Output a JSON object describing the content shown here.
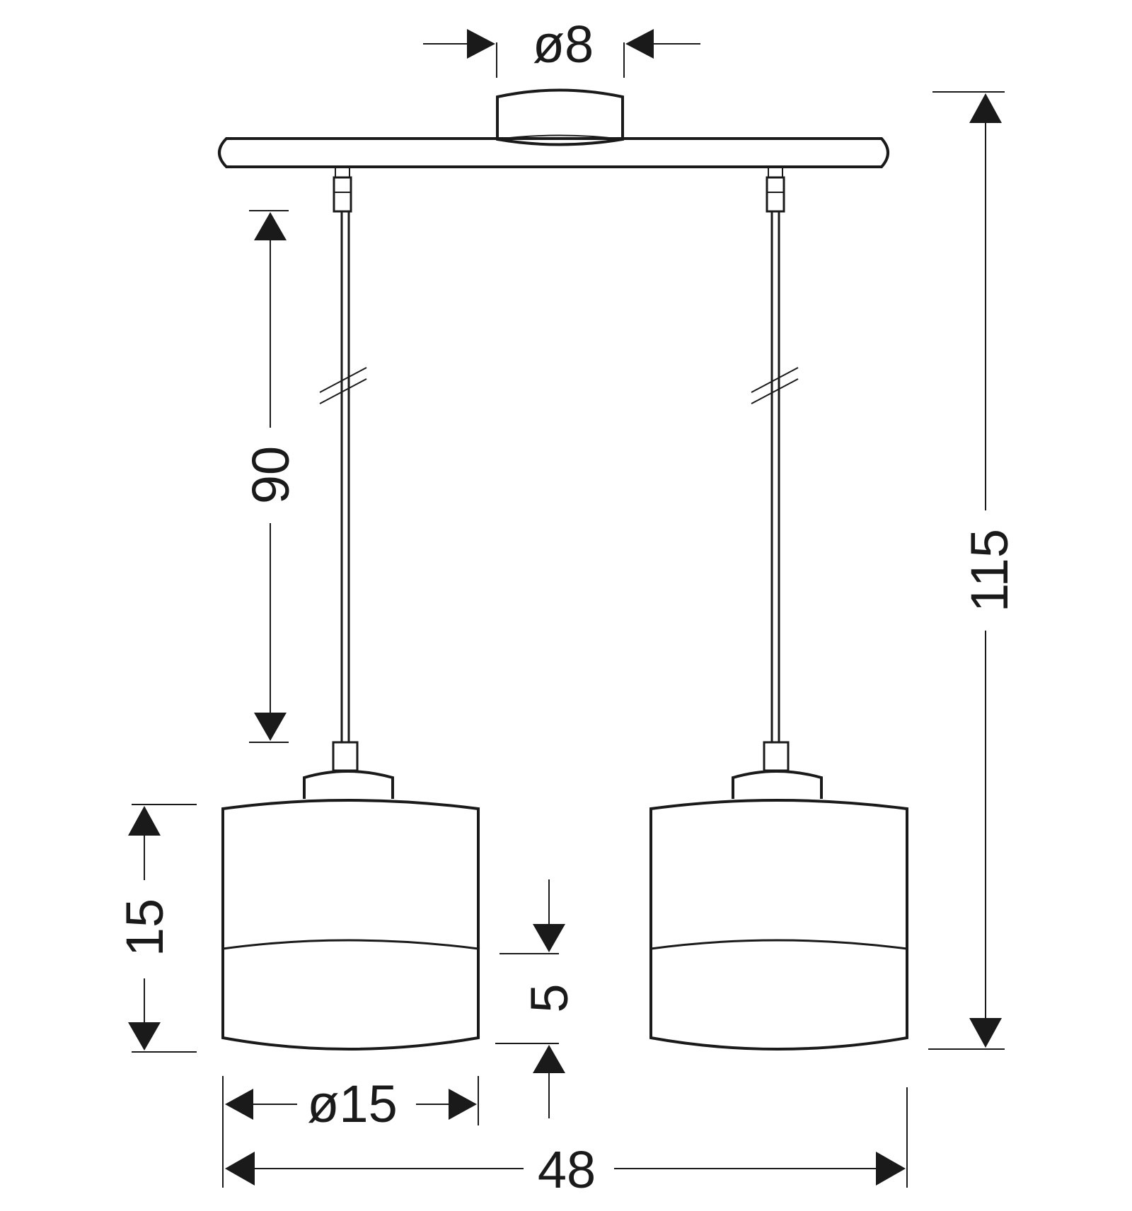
{
  "dimensions": {
    "canopy_diameter": "ø8",
    "cord_length": "90",
    "total_height": "115",
    "shade_height": "15",
    "band_height": "5",
    "shade_diameter": "ø15",
    "total_width": "48"
  }
}
